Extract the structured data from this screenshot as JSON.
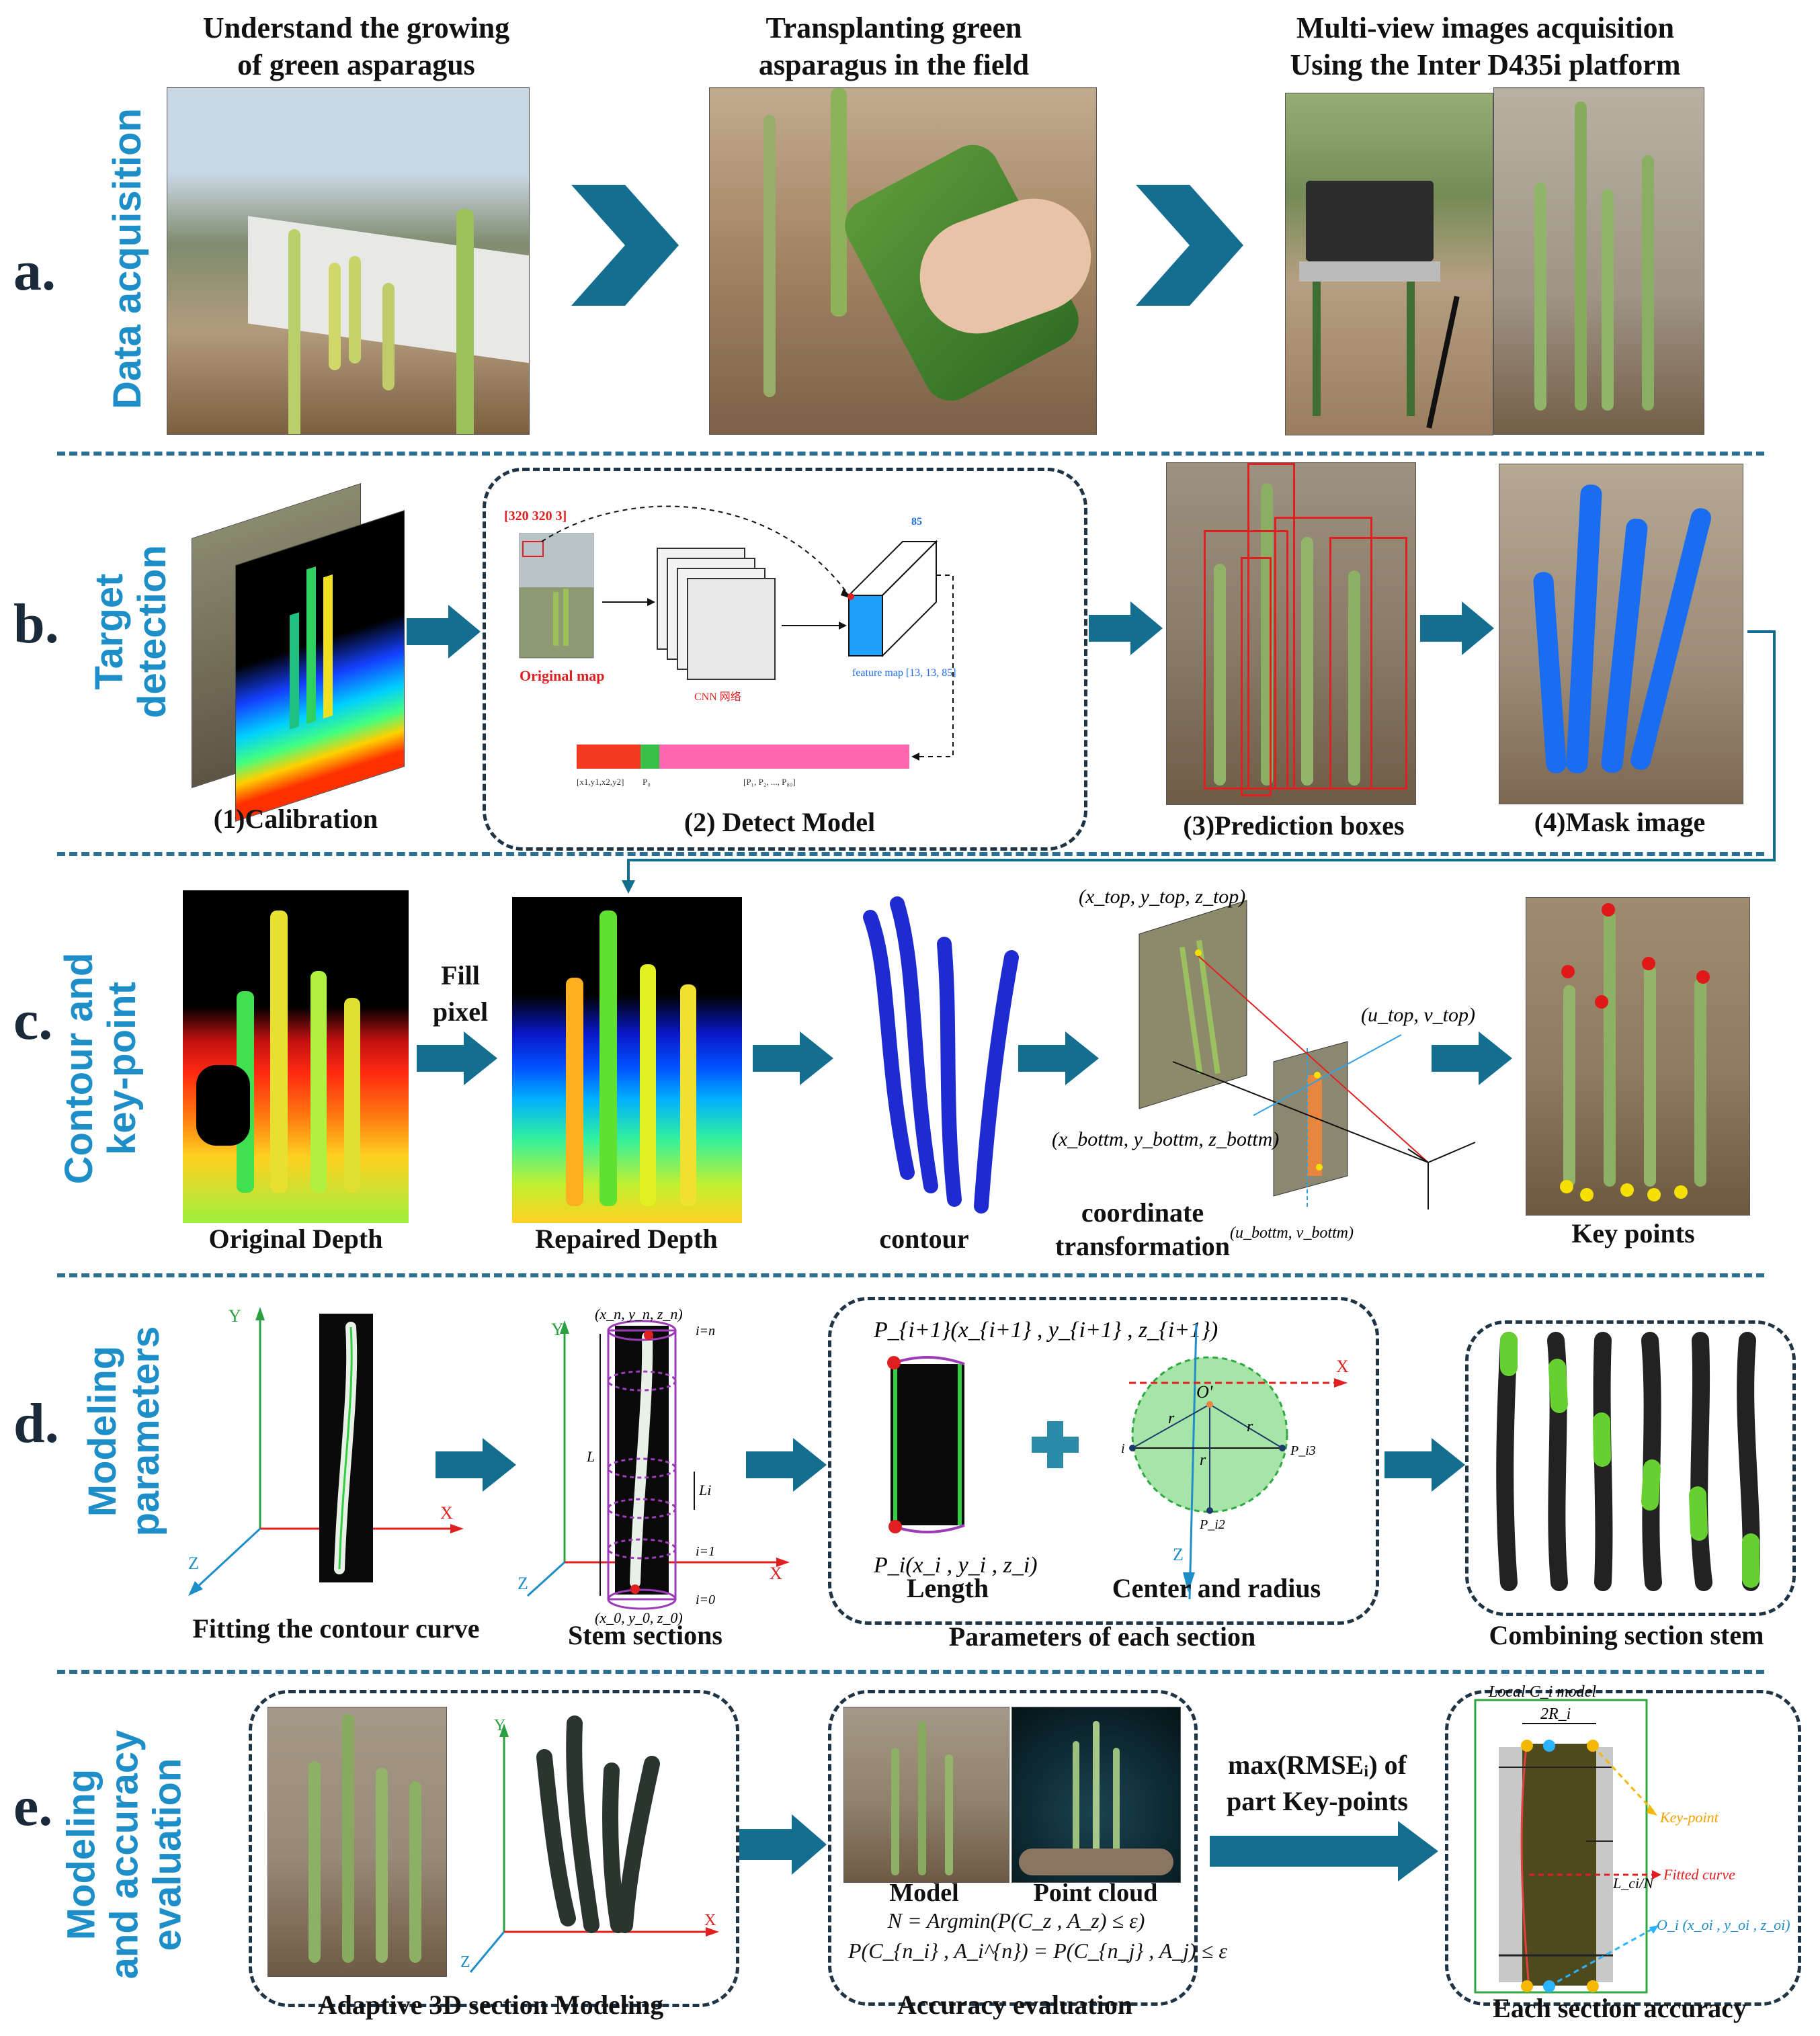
{
  "rows": {
    "a": {
      "letter": "a.",
      "side": "Data acquisition",
      "panels": [
        {
          "caption": [
            "Understand the growing",
            "of  green asparagus"
          ]
        },
        {
          "caption": [
            "Transplanting  green",
            "asparagus in the field"
          ]
        },
        {
          "caption": [
            "Multi-view images acquisition",
            "Using the Inter  D435i platform"
          ]
        }
      ]
    },
    "b": {
      "letter": "b.",
      "side": [
        "Target",
        "detection"
      ],
      "captions": {
        "calibration": "(1)Calibration",
        "detect": "(2) Detect Model",
        "prediction": "(3)Prediction boxes",
        "mask": "(4)Mask image"
      },
      "detect_model": {
        "input_size": "[320 320 3]",
        "original_map": "Original map",
        "cnn": "CNN 网络",
        "depth": "85",
        "feature_map": "feature map  [13, 13, 85]",
        "vec_box": "[x1,y1,x2,y2]",
        "vec_p0": "P₀",
        "vec_classes": "[P₁, P₂, ..., P₈₀]"
      }
    },
    "c": {
      "letter": "c.",
      "side": [
        "Contour and",
        "key-point"
      ],
      "fill_label": [
        "Fill",
        "pixel"
      ],
      "captions": {
        "original_depth": "Original  Depth",
        "repaired_depth": "Repaired Depth",
        "contour": "contour",
        "transform": [
          "coordinate",
          "transformation"
        ],
        "keypoints": "Key points"
      },
      "coords": {
        "top3d": "(x_top, y_top, z_top)",
        "bottom3d": "(x_bottm, y_bottm, z_bottm)",
        "top2d": "(u_top, v_top)",
        "bottom2d": "(u_bottm, v_bottm)"
      }
    },
    "d": {
      "letter": "d.",
      "side": [
        "Modeling",
        "parameters"
      ],
      "captions": {
        "fitting": "Fitting the contour curve",
        "sections": "Stem sections",
        "params": "Parameters of each section",
        "length": "Length",
        "center": "Center and radius",
        "combining": "Combining section stem"
      },
      "axes": {
        "x": "X",
        "y": "Y",
        "z": "Z"
      },
      "labels": {
        "pn": "(x_n, y_n, z_n)",
        "p0": "(x_0, y_0, z_0)",
        "i_n": "i=n",
        "i_1": "i=1",
        "i_0": "i=0",
        "L": "L",
        "Li": "Li",
        "p_next": "P_{i+1}(x_{i+1} , y_{i+1} , z_{i+1})",
        "p_i": "P_i(x_i , y_i , z_i)",
        "o_prime": "O'",
        "r": "r",
        "pi1": "i",
        "pi2": "P_i2",
        "pi3": "P_i3"
      }
    },
    "e": {
      "letter": "e.",
      "side": [
        "Modeling",
        "and accuracy",
        "evaluation"
      ],
      "captions": {
        "adaptive": "Adaptive 3D section Modeling",
        "accuracy": "Accuracy evaluation",
        "each": "Each section accuracy",
        "model": "Model",
        "cloud": "Point cloud",
        "rmse": [
          "max(RMSEᵢ) of",
          "part Key-points"
        ]
      },
      "formulas": [
        "N = Argmin(P(C_z , A_z) ≤ ε)",
        "P(C_{n_i} , A_i^{n}) = P(C_{n_j} , A_j) ≤ ε"
      ],
      "local_model": {
        "title": "Local C_i model",
        "width": "2R_i",
        "length": "L_ci/N",
        "keypoint": "Key-point",
        "fitted": "Fitted curve",
        "center": "O_i (x_oi , y_oi , z_oi)"
      }
    }
  },
  "colors": {
    "side_label": "#1e8ec8",
    "arrow": "#136e90",
    "separator": "#2b6f93",
    "mask": "#1a6cf0",
    "box": "#e02020",
    "keypoint_top": "#e01818",
    "keypoint_bottom": "#f5e000"
  }
}
